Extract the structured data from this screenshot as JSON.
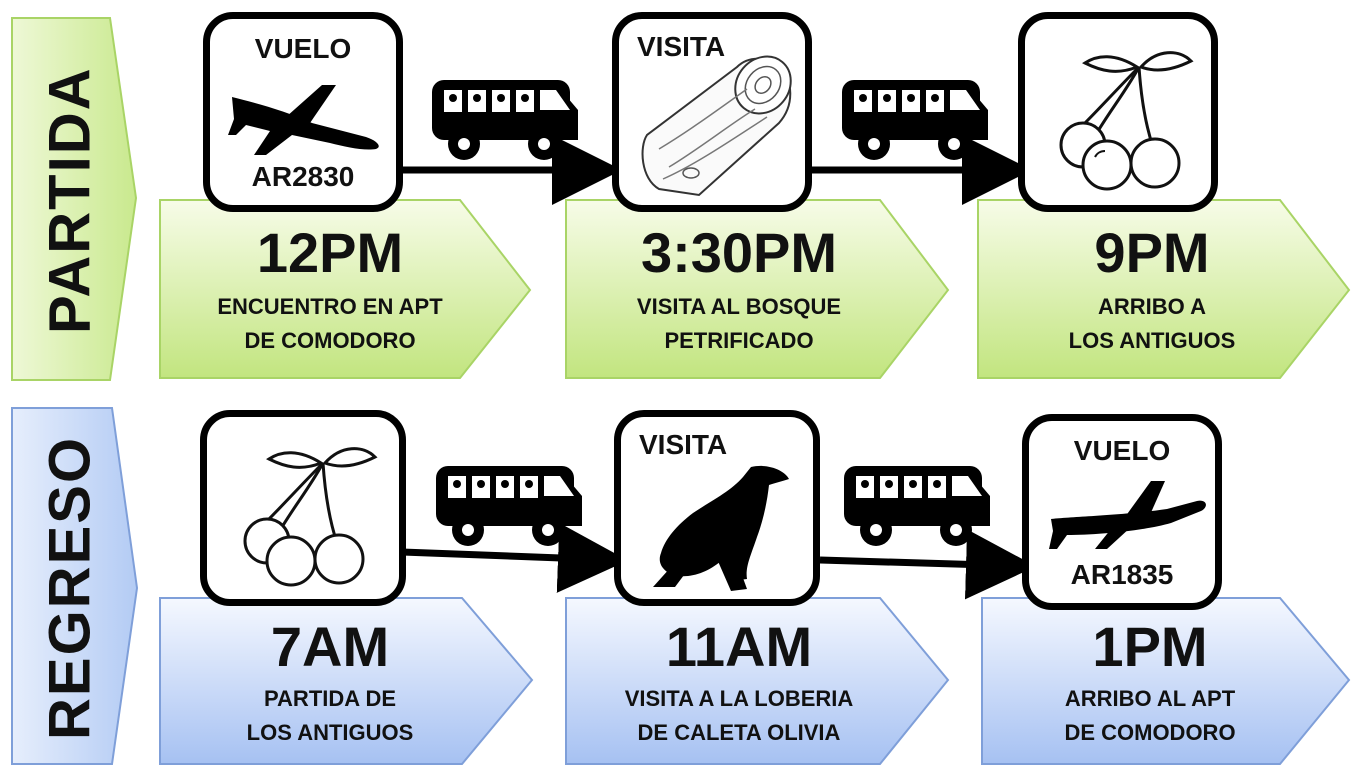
{
  "colors": {
    "partida_top": "#f5fbe2",
    "partida_bottom": "#c4e684",
    "partida_border": "#a9d466",
    "regreso_top": "#f3f7ff",
    "regreso_bottom": "#a9c3f2",
    "regreso_border": "#7f9fd9",
    "ink": "#111111"
  },
  "sections": {
    "partida": {
      "label": "PARTIDA",
      "steps": [
        {
          "icon": "airplane-icon",
          "caption_top": "VUELO",
          "caption_bottom": "AR2830",
          "time": "12PM",
          "desc_line1": "ENCUENTRO EN APT",
          "desc_line2": "DE COMODORO"
        },
        {
          "icon": "petrified-log-icon",
          "caption_top": "VISITA",
          "time": "3:30PM",
          "desc_line1": "VISITA AL BOSQUE",
          "desc_line2": "PETRIFICADO"
        },
        {
          "icon": "cherries-icon",
          "time": "9PM",
          "desc_line1": "ARRIBO A",
          "desc_line2": "LOS ANTIGUOS"
        }
      ]
    },
    "regreso": {
      "label": "REGRESO",
      "steps": [
        {
          "icon": "cherries-icon",
          "time": "7AM",
          "desc_line1": "PARTIDA DE",
          "desc_line2": "LOS ANTIGUOS"
        },
        {
          "icon": "sea-lion-icon",
          "caption_top": "VISITA",
          "time": "11AM",
          "desc_line1": "VISITA A LA LOBERIA",
          "desc_line2": "DE CALETA OLIVIA"
        },
        {
          "icon": "airplane-icon",
          "caption_top": "VUELO",
          "caption_bottom": "AR1835",
          "time": "1PM",
          "desc_line1": "ARRIBO AL APT",
          "desc_line2": "DE COMODORO"
        }
      ]
    }
  }
}
